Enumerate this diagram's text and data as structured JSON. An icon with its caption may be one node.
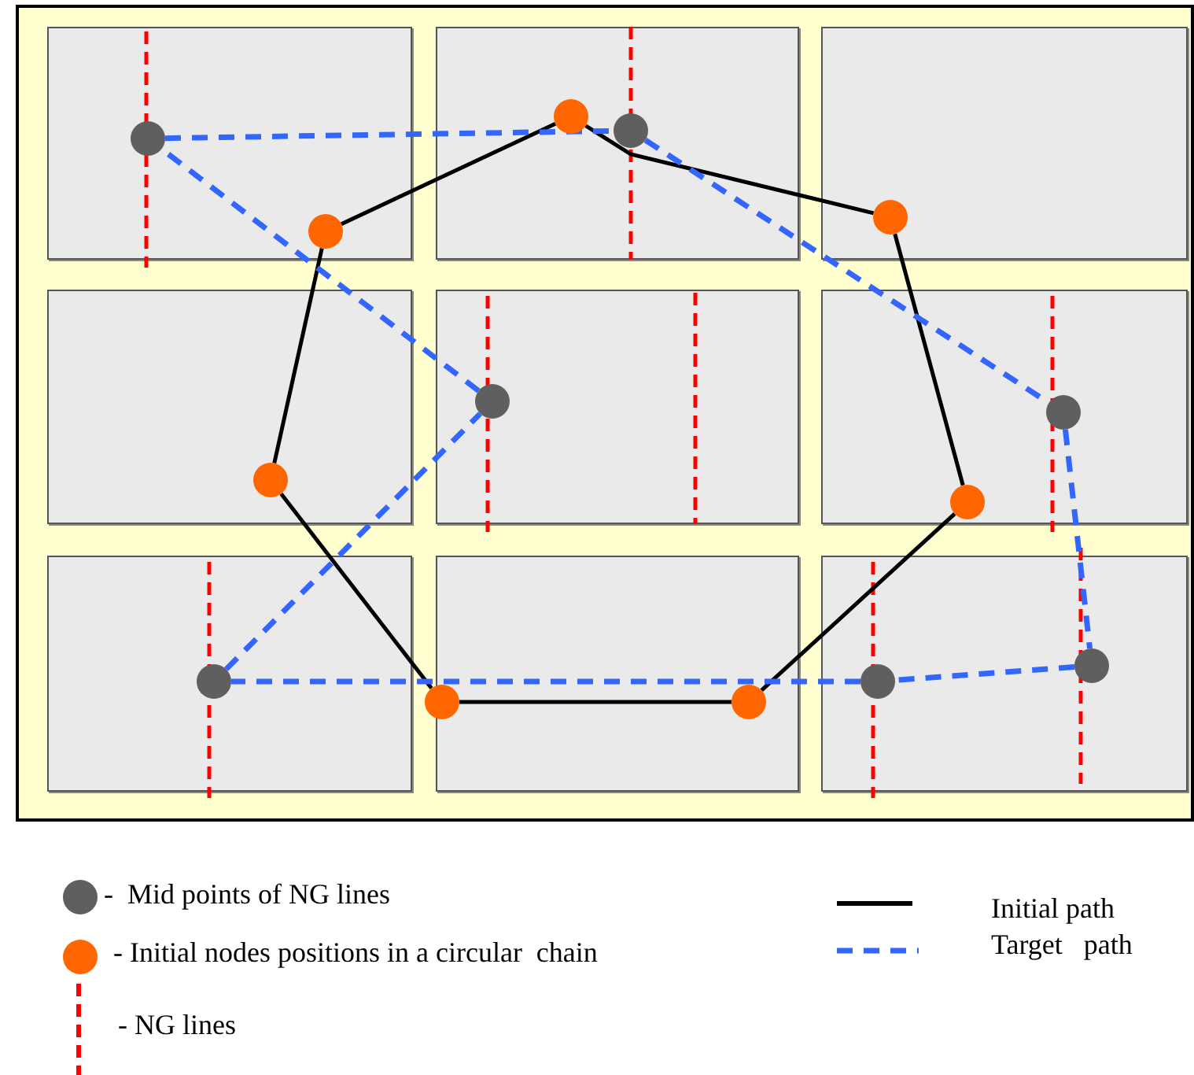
{
  "diagram": {
    "nodes": [
      {
        "text": [],
        "shape": "circle"
      },
      {
        "text": [],
        "shape": "circle"
      },
      {
        "text": [],
        "shape": "circle"
      },
      {
        "text": [],
        "shape": "circle"
      },
      {
        "text": [],
        "shape": "circle"
      },
      {
        "text": [],
        "shape": "circle"
      },
      {
        "text": [],
        "shape": "circle"
      },
      {
        "text": [],
        "shape": "circle"
      },
      {
        "text": [],
        "shape": "circle"
      },
      {
        "text": [],
        "shape": "circle"
      },
      {
        "text": [],
        "shape": "circle"
      },
      {
        "text": [],
        "shape": "circle"
      },
      {
        "text": [],
        "shape": "circle"
      },
      {
        "text": [],
        "shape": "circle"
      }
    ],
    "edges": [
      {
        "from": 0,
        "to": 1,
        "arrow": "none",
        "color": "#000000"
      },
      {
        "from": 1,
        "to": 2,
        "arrow": "none",
        "color": "#000000"
      },
      {
        "from": 2,
        "to": 3,
        "arrow": "none",
        "color": "#000000"
      },
      {
        "from": 3,
        "to": 4,
        "arrow": "none",
        "color": "#000000"
      },
      {
        "from": 4,
        "to": 5,
        "arrow": "none",
        "color": "#000000"
      },
      {
        "from": 5,
        "to": 6,
        "arrow": "none",
        "color": "#000000"
      },
      {
        "from": 6,
        "to": 0,
        "arrow": "none",
        "color": "#000000"
      },
      {
        "from": 7,
        "to": 8,
        "arrow": "none",
        "style": "dashed",
        "color": "#3366ff"
      },
      {
        "from": 8,
        "to": 10,
        "arrow": "none",
        "style": "dashed",
        "color": "#3366ff"
      },
      {
        "from": 10,
        "to": 11,
        "arrow": "none",
        "style": "dashed",
        "color": "#3366ff"
      },
      {
        "from": 11,
        "to": 12,
        "arrow": "none",
        "style": "dashed",
        "color": "#3366ff"
      },
      {
        "from": 12,
        "to": 13,
        "arrow": "none",
        "style": "dashed",
        "color": "#3366ff"
      },
      {
        "from": 13,
        "to": 9,
        "arrow": "none",
        "style": "dashed",
        "color": "#3366ff"
      },
      {
        "from": 9,
        "to": 7,
        "arrow": "none",
        "style": "dashed",
        "color": "#3366ff"
      }
    ],
    "legend": [
      {
        "text": "-  Mid points of NG lines"
      },
      {
        "text": "- Initial nodes positions in a circular  chain"
      },
      {
        "text": "- NG lines"
      },
      {
        "text": "Initial path"
      },
      {
        "text": "Target   path"
      }
    ]
  }
}
